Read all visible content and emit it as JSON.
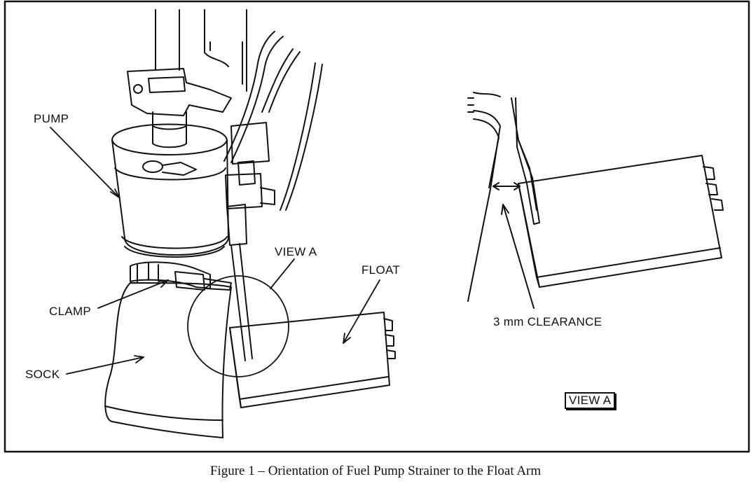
{
  "labels": {
    "pump": "PUMP",
    "clamp": "CLAMP",
    "sock": "SOCK",
    "view_a_callout": "VIEW A",
    "float": "FLOAT",
    "clearance": "3 mm  CLEARANCE",
    "view_a_box": "VIEW A"
  },
  "caption": "Figure 1 – Orientation of Fuel Pump Strainer to the Float Arm",
  "colors": {
    "ink": "#111111",
    "paper": "#ffffff"
  }
}
